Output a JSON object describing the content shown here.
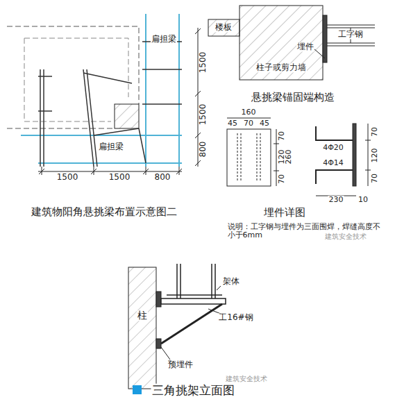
{
  "diagram": {
    "labels": [
      "1500",
      "1500",
      "800",
      "1500",
      "1500",
      "800",
      "扁担梁",
      "扁担梁",
      "建筑物阳角悬挑梁布置示意图二",
      "楼板",
      "工字钢",
      "柱子或剪力墙",
      "埋件",
      "悬挑梁锚固端构造",
      "160",
      "45",
      "70",
      "45",
      "70",
      "120",
      "260",
      "70",
      "70",
      "120",
      "70",
      "4Φ20",
      "4Φ14",
      "230",
      "10",
      "埋件详图",
      "说明：工字钢与埋件为三面围焊，焊缝高度不小于6mm",
      "建筑安全技术",
      "架体",
      "柱",
      "工16#钢",
      "预埋件",
      "建筑安全技术",
      "三角挑架立面图"
    ]
  }
}
